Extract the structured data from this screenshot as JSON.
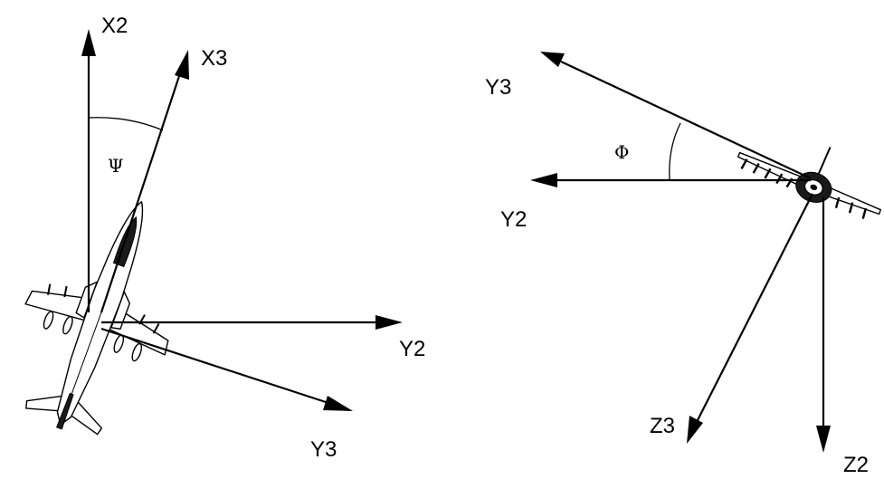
{
  "left_panel": {
    "axis_x2": "X2",
    "axis_x3": "X3",
    "axis_y2": "Y2",
    "axis_y3": "Y3",
    "angle": "Ψ"
  },
  "right_panel": {
    "axis_y3": "Y3",
    "axis_y2": "Y2",
    "axis_z3": "Z3",
    "axis_z2": "Z2",
    "angle": "Φ"
  },
  "icons": {
    "left_aircraft": "aircraft-top-view-icon",
    "right_aircraft": "aircraft-front-view-icon"
  }
}
